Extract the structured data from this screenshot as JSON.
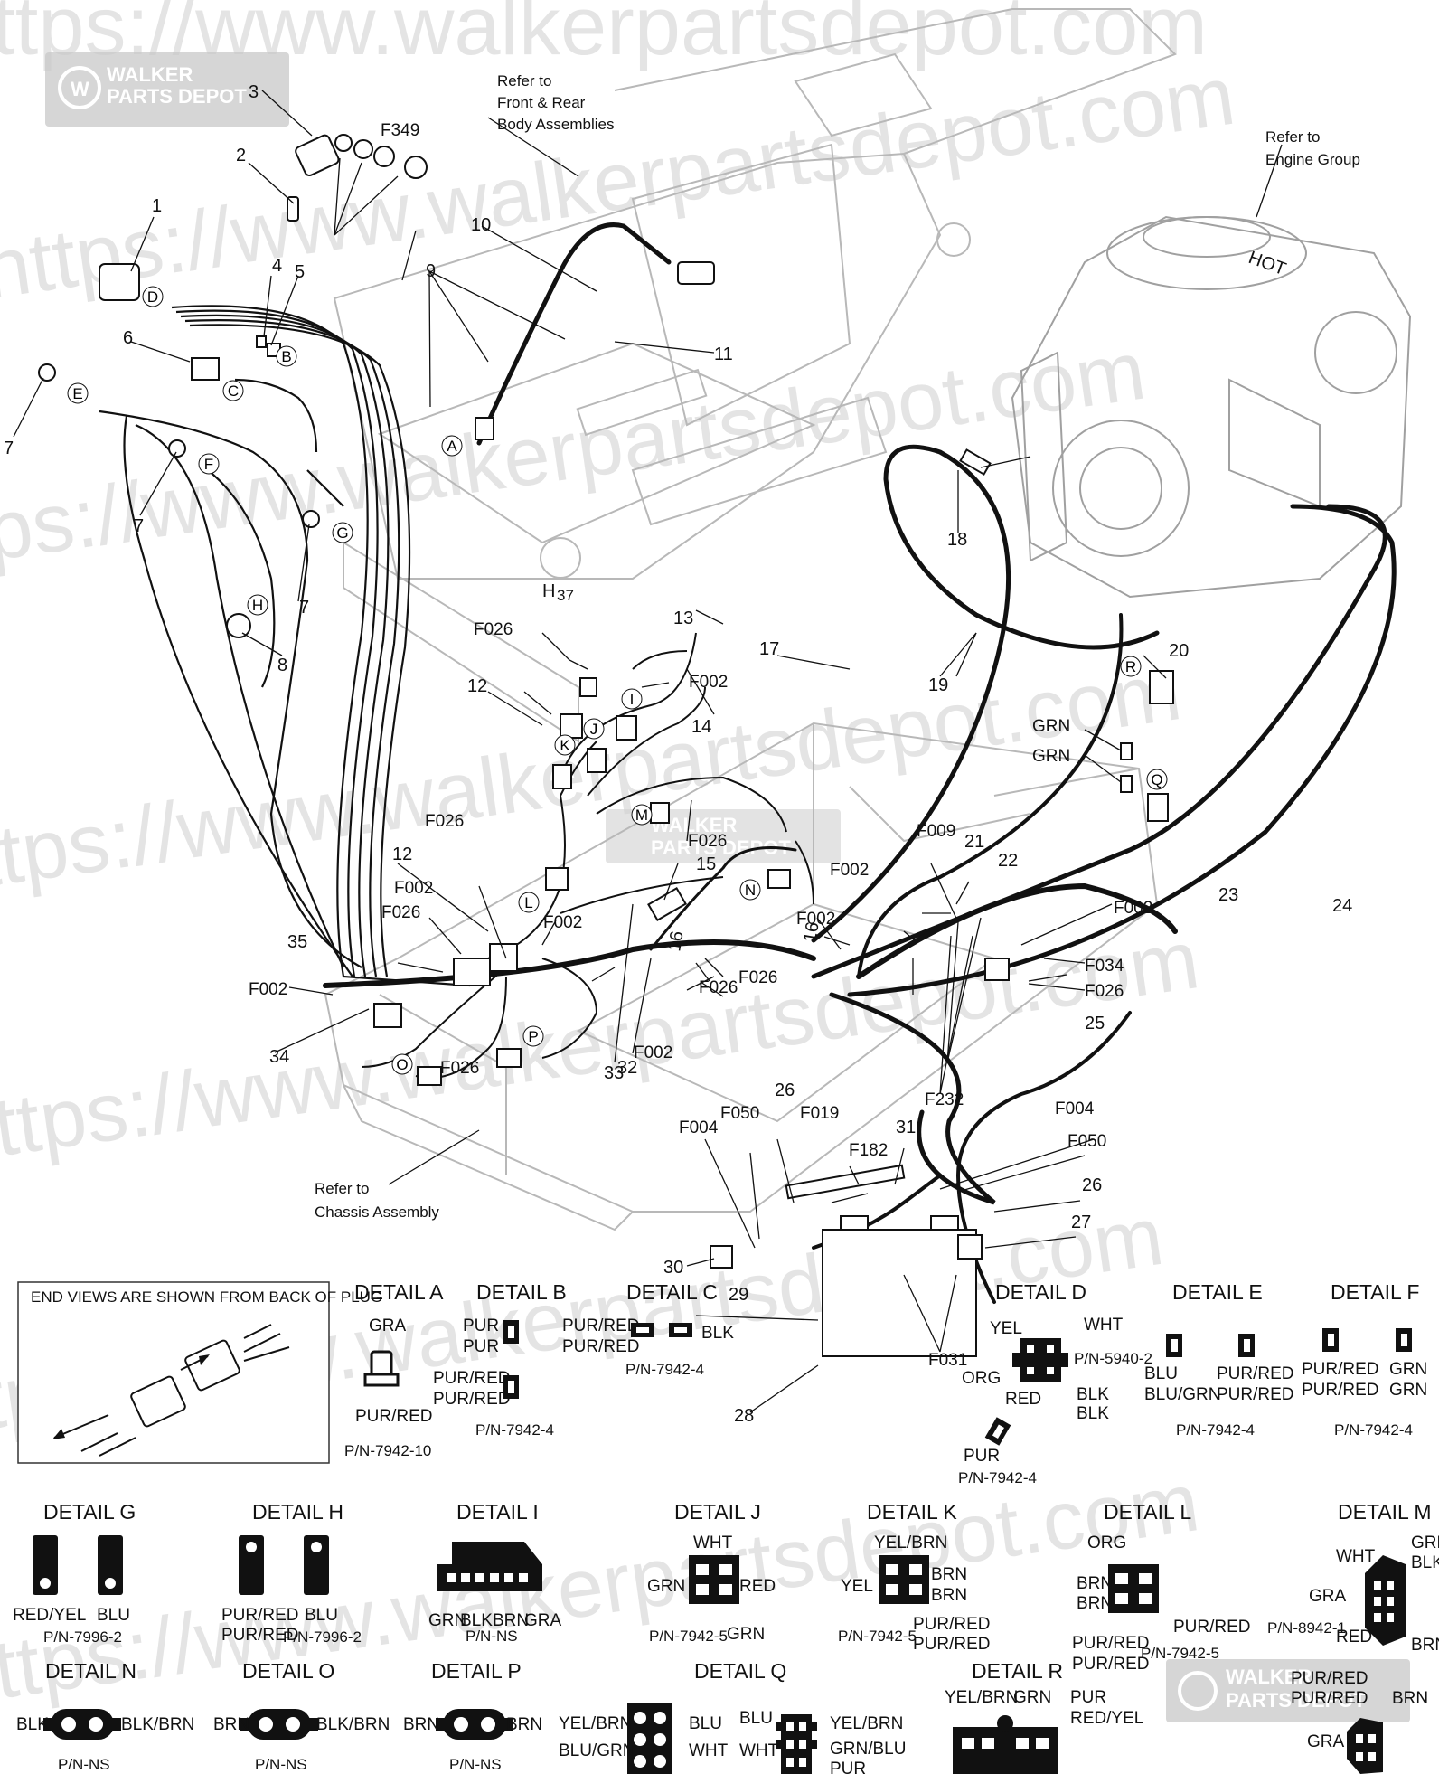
{
  "watermark": {
    "url_text": "https://www.walkerpartsdepot.com",
    "logo_line1": "WALKER",
    "logo_line2": "PARTS DEPOT"
  },
  "references": {
    "front_rear": [
      "Refer to",
      "Front & Rear",
      "Body Assemblies"
    ],
    "engine": [
      "Refer to",
      "Engine Group"
    ],
    "chassis": [
      "Refer to",
      "Chassis Assembly"
    ]
  },
  "end_view_note": "END VIEWS ARE SHOWN FROM BACK OF PLUG",
  "part_numbers": [
    "1",
    "2",
    "3",
    "4",
    "5",
    "6",
    "7",
    "8",
    "9",
    "10",
    "11",
    "12",
    "13",
    "14",
    "15",
    "16",
    "17",
    "18",
    "19",
    "20",
    "21",
    "22",
    "23",
    "24",
    "25",
    "26",
    "27",
    "28",
    "29",
    "30",
    "31",
    "32",
    "33",
    "34",
    "35"
  ],
  "fasteners": [
    "F349",
    "F026",
    "F002",
    "F009",
    "F034",
    "F232",
    "F004",
    "F050",
    "F019",
    "F182",
    "F031"
  ],
  "callout_letters": [
    "A",
    "B",
    "C",
    "D",
    "E",
    "F",
    "G",
    "H",
    "I",
    "J",
    "K",
    "L",
    "M",
    "N",
    "O",
    "P",
    "Q",
    "R"
  ],
  "details": {
    "A": {
      "title": "DETAIL A",
      "wires": [
        "GRA",
        "PUR/RED"
      ],
      "pn": "P/N-7942-10"
    },
    "B": {
      "title": "DETAIL B",
      "wires": [
        "PUR",
        "PUR",
        "PUR/RED",
        "PUR/RED"
      ],
      "pn": "P/N-7942-4"
    },
    "C": {
      "title": "DETAIL C",
      "wires": [
        "PUR/RED",
        "PUR/RED",
        "BLK"
      ],
      "pn": "P/N-7942-4"
    },
    "D": {
      "title": "DETAIL D",
      "wires": [
        "YEL",
        "WHT",
        "ORG",
        "RED",
        "BLK",
        "BLK",
        "PUR"
      ],
      "pn": "P/N-5940-2",
      "pn2": "P/N-7942-4"
    },
    "E": {
      "title": "DETAIL E",
      "wires": [
        "BLU",
        "BLU/GRN",
        "PUR/RED",
        "PUR/RED"
      ],
      "pn": "P/N-7942-4"
    },
    "F": {
      "title": "DETAIL F",
      "wires": [
        "PUR/RED",
        "PUR/RED",
        "GRN",
        "GRN"
      ],
      "pn": "P/N-7942-4"
    },
    "G": {
      "title": "DETAIL G",
      "wires": [
        "RED/YEL",
        "BLU"
      ],
      "pn": "P/N-7996-2"
    },
    "H": {
      "title": "DETAIL H",
      "wires": [
        "PUR/RED",
        "PUR/RED",
        "BLU"
      ],
      "pn": "P/N-7996-2"
    },
    "I": {
      "title": "DETAIL I",
      "wires": [
        "GRN",
        "BLK",
        "BRN",
        "GRA"
      ],
      "pn": "P/N-NS"
    },
    "J": {
      "title": "DETAIL J",
      "wires": [
        "WHT",
        "GRN",
        "RED",
        "GRN"
      ],
      "pn": "P/N-7942-5"
    },
    "K": {
      "title": "DETAIL K",
      "wires": [
        "YEL/BRN",
        "YEL",
        "BRN",
        "BRN",
        "PUR/RED",
        "PUR/RED"
      ],
      "pn": "P/N-7942-5"
    },
    "L": {
      "title": "DETAIL L",
      "wires": [
        "ORG",
        "BRN",
        "BRN",
        "PUR/RED",
        "PUR/RED",
        "PUR/RED"
      ],
      "pn": "P/N-7942-5"
    },
    "M": {
      "title": "DETAIL M",
      "wires": [
        "WHT",
        "GRN",
        "BLK",
        "GRA",
        "RED",
        "BRN"
      ],
      "pn": "P/N-8942-1"
    },
    "N": {
      "title": "DETAIL N",
      "wires": [
        "BLK",
        "BLK/BRN"
      ],
      "pn": "P/N-NS"
    },
    "O": {
      "title": "DETAIL O",
      "wires": [
        "BRN",
        "BLK/BRN"
      ],
      "pn": "P/N-NS"
    },
    "P": {
      "title": "DETAIL P",
      "wires": [
        "BRN",
        "BRN"
      ],
      "pn": "P/N-NS"
    },
    "Q": {
      "title": "DETAIL Q",
      "wires": [
        "YEL/BRN",
        "BLU",
        "BLU/GRN",
        "WHT",
        "BLU",
        "YEL/BRN",
        "GRN/BLU",
        "WHT",
        "PUR"
      ]
    },
    "R": {
      "title": "DETAIL R",
      "wires": [
        "YEL/BRN",
        "GRN",
        "PUR",
        "RED/YEL",
        "PUR/RED",
        "PUR/RED",
        "BRN",
        "GRA"
      ]
    }
  },
  "engine_labels": {
    "grn1": "GRN",
    "grn2": "GRN",
    "model": "H",
    "model_num": "37",
    "hot": "HOT"
  }
}
